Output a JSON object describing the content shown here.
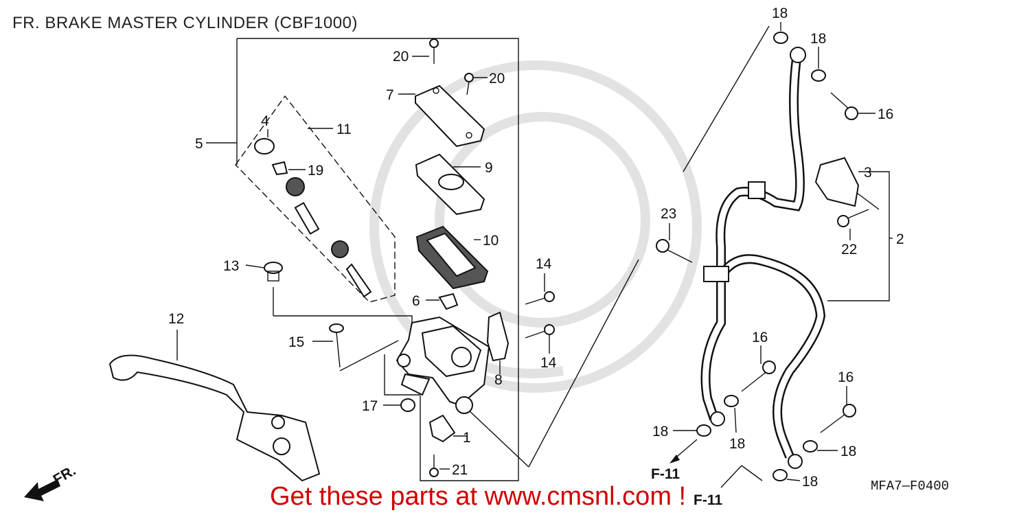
{
  "title": "FR. BRAKE MASTER CYLINDER (CBF1000)",
  "diagram_code": "MFA7—F0400",
  "footer_text": "Get these parts at www.cmsnl.com !",
  "direction_label": "FR.",
  "ref_labels": [
    "F-11",
    "F-11"
  ],
  "colors": {
    "footer": "#d00000",
    "lines": "#111111",
    "watermark": "#dddddd"
  },
  "callouts": [
    {
      "id": "c1",
      "num": "1"
    },
    {
      "id": "c2",
      "num": "2"
    },
    {
      "id": "c3",
      "num": "3"
    },
    {
      "id": "c4",
      "num": "4"
    },
    {
      "id": "c5",
      "num": "5"
    },
    {
      "id": "c6",
      "num": "6"
    },
    {
      "id": "c7",
      "num": "7"
    },
    {
      "id": "c8",
      "num": "8"
    },
    {
      "id": "c9",
      "num": "9"
    },
    {
      "id": "c10",
      "num": "10"
    },
    {
      "id": "c11",
      "num": "11"
    },
    {
      "id": "c12",
      "num": "12"
    },
    {
      "id": "c13",
      "num": "13"
    },
    {
      "id": "c14a",
      "num": "14"
    },
    {
      "id": "c14b",
      "num": "14"
    },
    {
      "id": "c15",
      "num": "15"
    },
    {
      "id": "c16a",
      "num": "16"
    },
    {
      "id": "c16b",
      "num": "16"
    },
    {
      "id": "c16c",
      "num": "16"
    },
    {
      "id": "c17",
      "num": "17"
    },
    {
      "id": "c18a",
      "num": "18"
    },
    {
      "id": "c18b",
      "num": "18"
    },
    {
      "id": "c18c",
      "num": "18"
    },
    {
      "id": "c18d",
      "num": "18"
    },
    {
      "id": "c18e",
      "num": "18"
    },
    {
      "id": "c18f",
      "num": "18"
    },
    {
      "id": "c19",
      "num": "19"
    },
    {
      "id": "c20a",
      "num": "20"
    },
    {
      "id": "c20b",
      "num": "20"
    },
    {
      "id": "c21",
      "num": "21"
    },
    {
      "id": "c22",
      "num": "22"
    },
    {
      "id": "c23",
      "num": "23"
    }
  ]
}
